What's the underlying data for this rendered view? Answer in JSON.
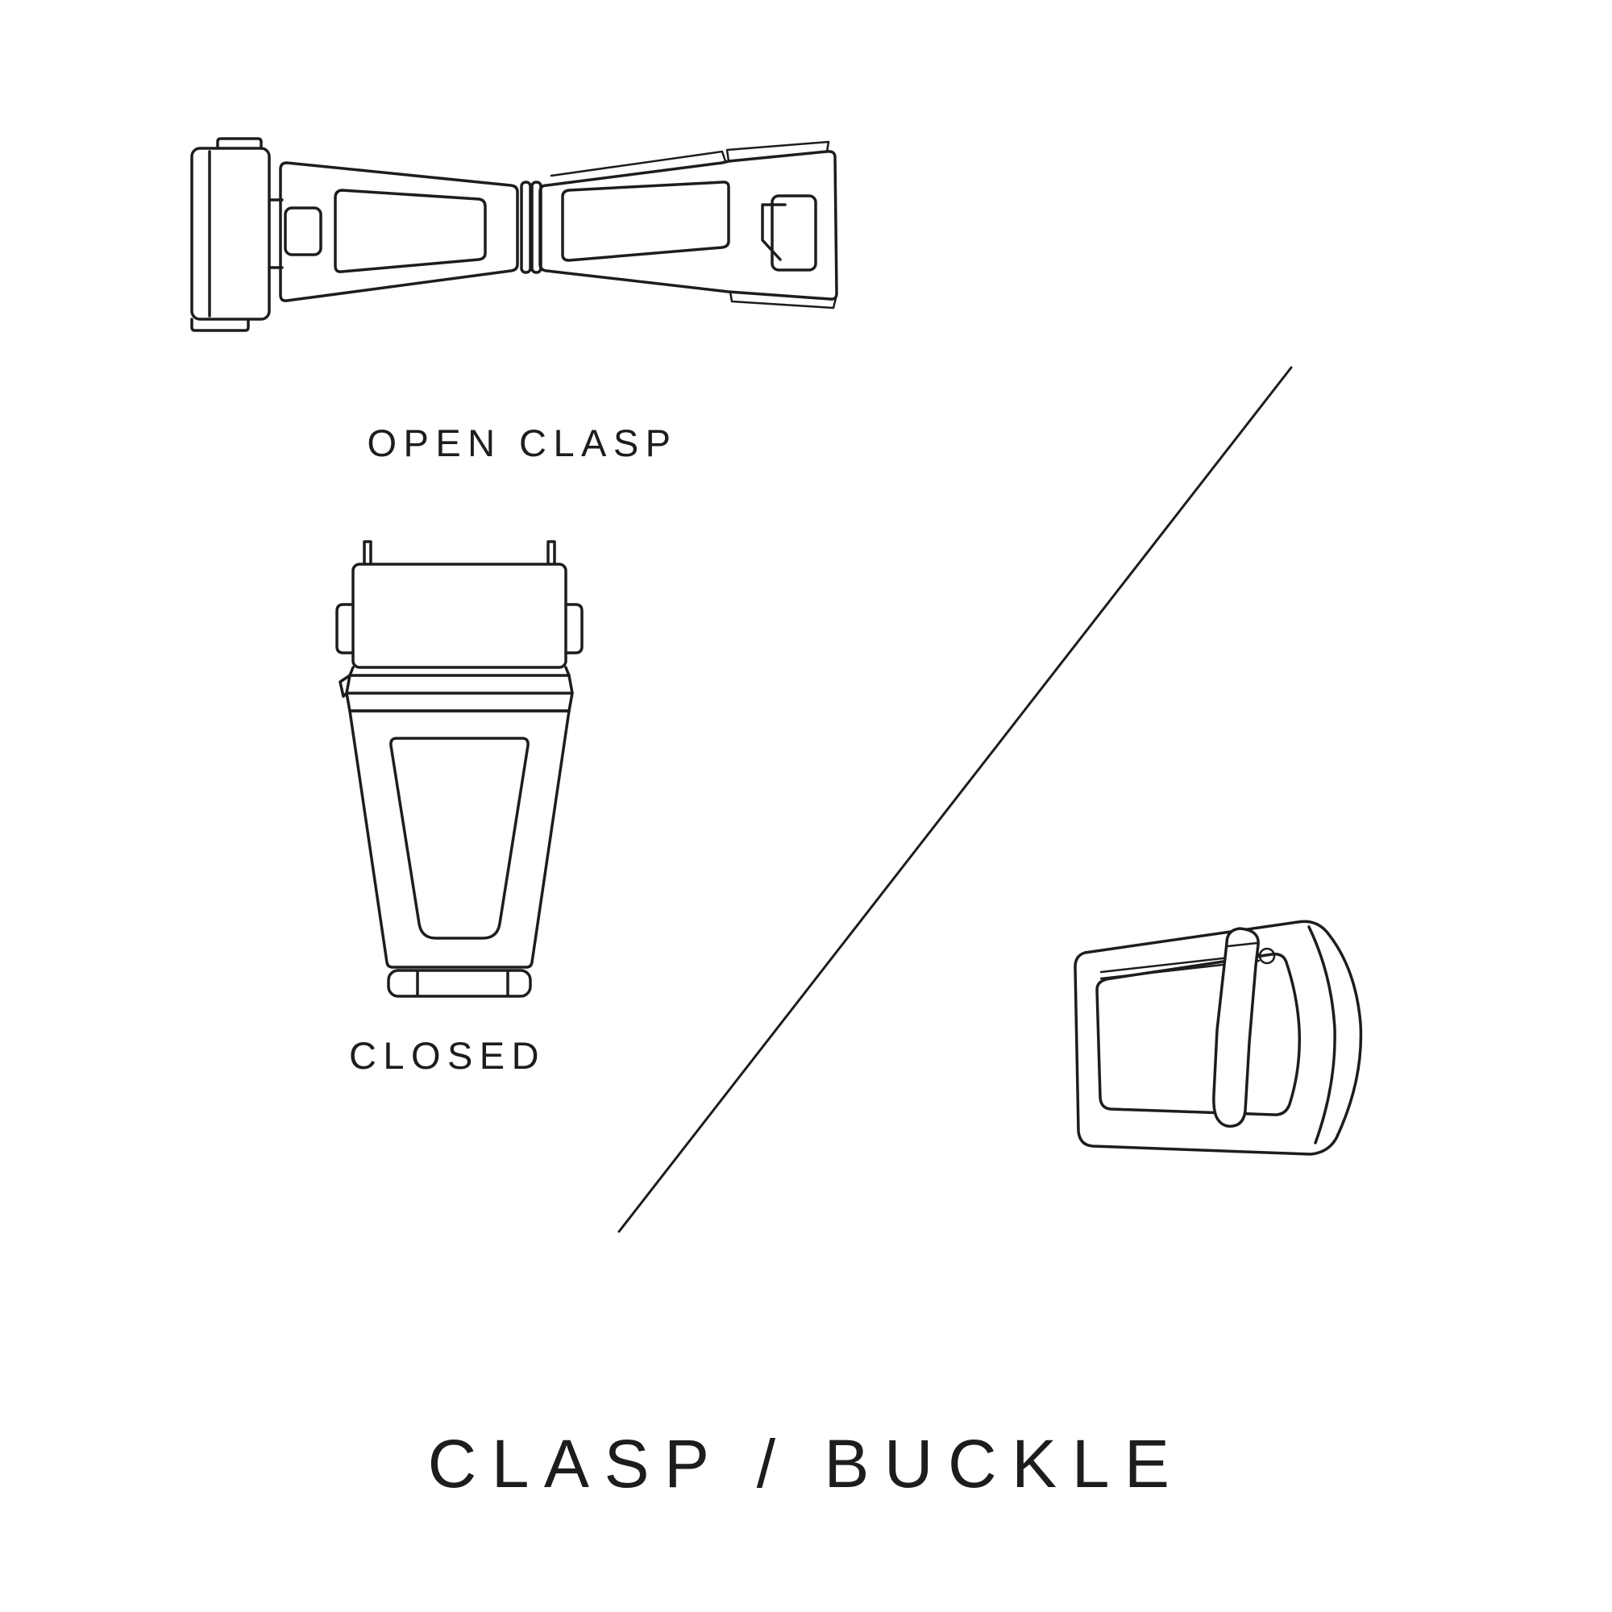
{
  "title": "CLASP / BUCKLE",
  "labels": {
    "open_clasp": "OPEN CLASP",
    "closed": "CLOSED"
  },
  "colors": {
    "background": "#ffffff",
    "line": "#1d1d1d",
    "text": "#1d1d1d"
  },
  "illustrations": {
    "open_clasp": "open-clasp-illustration",
    "closed_clasp": "closed-clasp-illustration",
    "tang_buckle": "tang-buckle-illustration",
    "divider": "diagonal-divider-line"
  }
}
